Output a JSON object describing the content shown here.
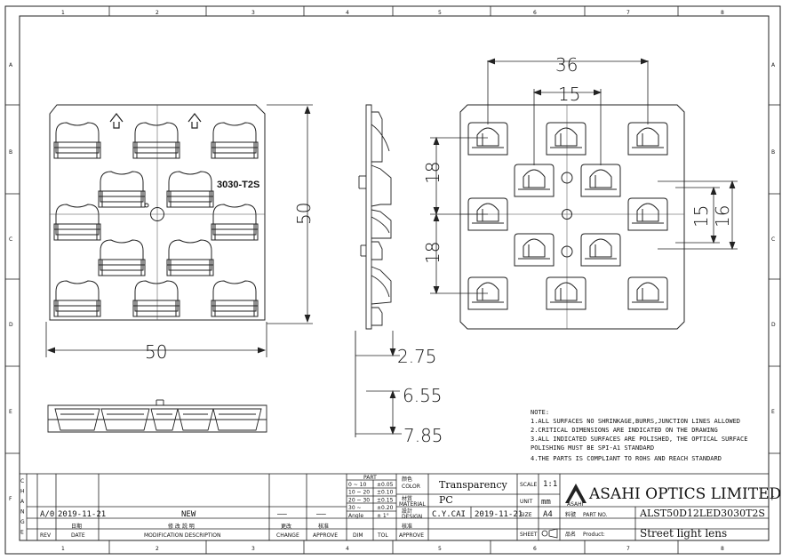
{
  "border": {
    "columns": [
      "1",
      "2",
      "3",
      "4",
      "5",
      "6",
      "7",
      "8"
    ],
    "rows": [
      "A",
      "B",
      "C",
      "D",
      "E",
      "F"
    ]
  },
  "views": {
    "front_label": "3030-T2S",
    "dims": {
      "width": "50",
      "height": "50",
      "pitch_x": "36",
      "pitch_x_inner": "15",
      "pitch_y_1": "18",
      "pitch_y_2": "18",
      "right_15": "15",
      "right_16": "16",
      "side_1": "2.75",
      "side_2": "6.55",
      "side_3": "7.85"
    }
  },
  "notes": {
    "title": "NOTE:",
    "lines": [
      "1.ALL SURFACES NO SHRINKAGE,BURRS,JUNCTION LINES ALLOWED",
      "2.CRITICAL DIMENSIONS ARE INDICATED ON THE DRAWING",
      "3.ALL INDICATED SURFACES ARE POLISHED, THE OPTICAL SURFACE",
      "POLISHING MUST BE SPI-A1 STANDARD",
      "4.THE PARTS IS COMPLIANT TO ROHS AND REACH STANDARD"
    ]
  },
  "title_block": {
    "change_letters": [
      "C",
      "H",
      "A",
      "N",
      "G",
      "E"
    ],
    "rev_row": {
      "rev": "A/0",
      "date": "2019-11-21",
      "description": "NEW",
      "change": "——",
      "approve": "——"
    },
    "headers": {
      "rev": "REV",
      "date_cn": "日期",
      "date": "DATE",
      "desc_cn": "修 改 説 明",
      "desc": "MODIFICATION DESCRIPTION",
      "change_cn": "更改",
      "change": "CHANGE",
      "approve_cn": "核准",
      "approve": "APPROVE"
    },
    "tolerance": {
      "part": "PART",
      "rows": [
        [
          "0 ~ 10",
          "±0.05"
        ],
        [
          "10 ~ 20",
          "±0.10"
        ],
        [
          "20 ~ 30",
          "±0.15"
        ],
        [
          "30 ~",
          "±0.20"
        ],
        [
          "Angle",
          "± 1°"
        ]
      ],
      "dim": "DIM",
      "tol": "TOL"
    },
    "color_cn": "颜色",
    "color": "COLOR",
    "color_value": "Transparency",
    "material_cn": "材質",
    "material": "MATERIAL",
    "material_value": "PC",
    "design_cn": "設計",
    "design": "DESIGN",
    "design_value": "C.Y.CAI",
    "design_date": "2019-11-21",
    "approve_cn": "核准",
    "approve": "APPROVE",
    "scale_label": "SCALE",
    "scale_value": "1:1",
    "unit_label": "UNIT",
    "unit_value": "mm",
    "size_label": "SIZE",
    "size_value": "A4",
    "sheet_label": "SHEET",
    "company": "ASAHI OPTICS LIMITED",
    "logo_text": "ASAHI",
    "part_no_cn": "料號",
    "part_no_label": "PART NO.",
    "part_no": "ALST50D12LED3030T2S",
    "product_cn": "品名",
    "product_label": "Product:",
    "product": "Street light lens"
  }
}
